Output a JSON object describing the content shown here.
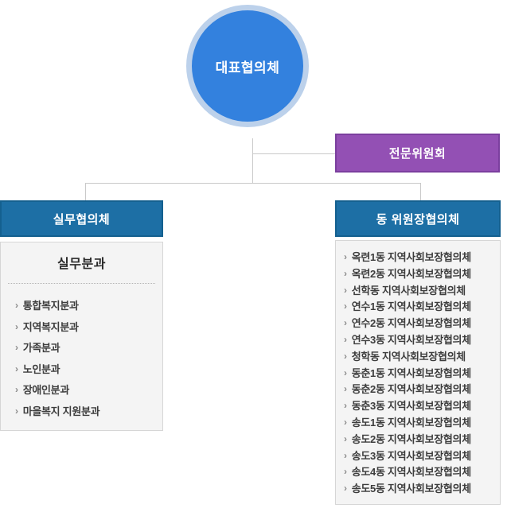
{
  "chart": {
    "root": {
      "label": "대표협의체"
    },
    "expert_committee": {
      "label": "전문위원회"
    },
    "left_panel": {
      "header": "실무협의체",
      "section_title": "실무분과",
      "items": [
        "통합복지분과",
        "지역복지분과",
        "가족분과",
        "노인분과",
        "장애인분과",
        "마을복지 지원분과"
      ]
    },
    "right_panel": {
      "header": "동 위원장협의체",
      "items": [
        "옥련1동 지역사회보장협의체",
        "옥련2동 지역사회보장협의체",
        "선학동 지역사회보장협의체",
        "연수1동 지역사회보장협의체",
        "연수2동 지역사회보장협의체",
        "연수3동 지역사회보장협의체",
        "청학동 지역사회보장협의체",
        "동춘1동 지역사회보장협의체",
        "동춘2동 지역사회보장협의체",
        "동춘3동 지역사회보장협의체",
        "송도1동 지역사회보장협의체",
        "송도2동 지역사회보장협의체",
        "송도3동 지역사회보장협의체",
        "송도4동 지역사회보장협의체",
        "송도5동 지역사회보장협의체"
      ]
    }
  },
  "icons": {
    "bullet": "›"
  },
  "colors": {
    "root_fill": "#3381de",
    "root_ring": "#bcd1eb",
    "expert_fill": "#9350b4",
    "expert_border": "#7b3f9e",
    "header_fill": "#1d6fa5",
    "header_border": "#14608f",
    "panel_fill": "#f4f4f4",
    "panel_border": "#d6d6d6",
    "connector": "#c9c9c9",
    "text_dark": "#3d3d3d"
  }
}
